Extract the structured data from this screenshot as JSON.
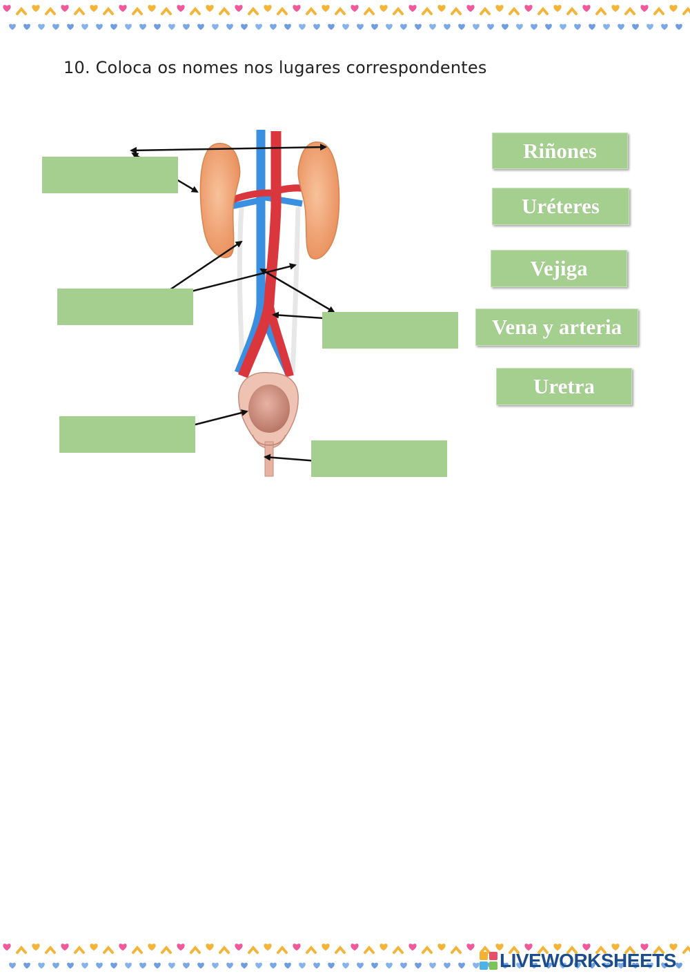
{
  "question": {
    "text": "10. Coloca os nomes nos lugares correspondentes"
  },
  "word_bank": [
    {
      "label": "Riñones"
    },
    {
      "label": "Uréteres"
    },
    {
      "label": "Vejiga"
    },
    {
      "label": "Vena y arteria"
    },
    {
      "label": "Uretra"
    }
  ],
  "footer": {
    "brand": "LIVEWORKSHEETS"
  },
  "colors": {
    "dropbox": "#a5cf8e",
    "card": "#a5cf8e",
    "kidney": "#f2a878",
    "artery": "#d9363e",
    "vein": "#3b8fe0",
    "bladder": "#d99b8c",
    "brand": "#1b4d8c"
  }
}
